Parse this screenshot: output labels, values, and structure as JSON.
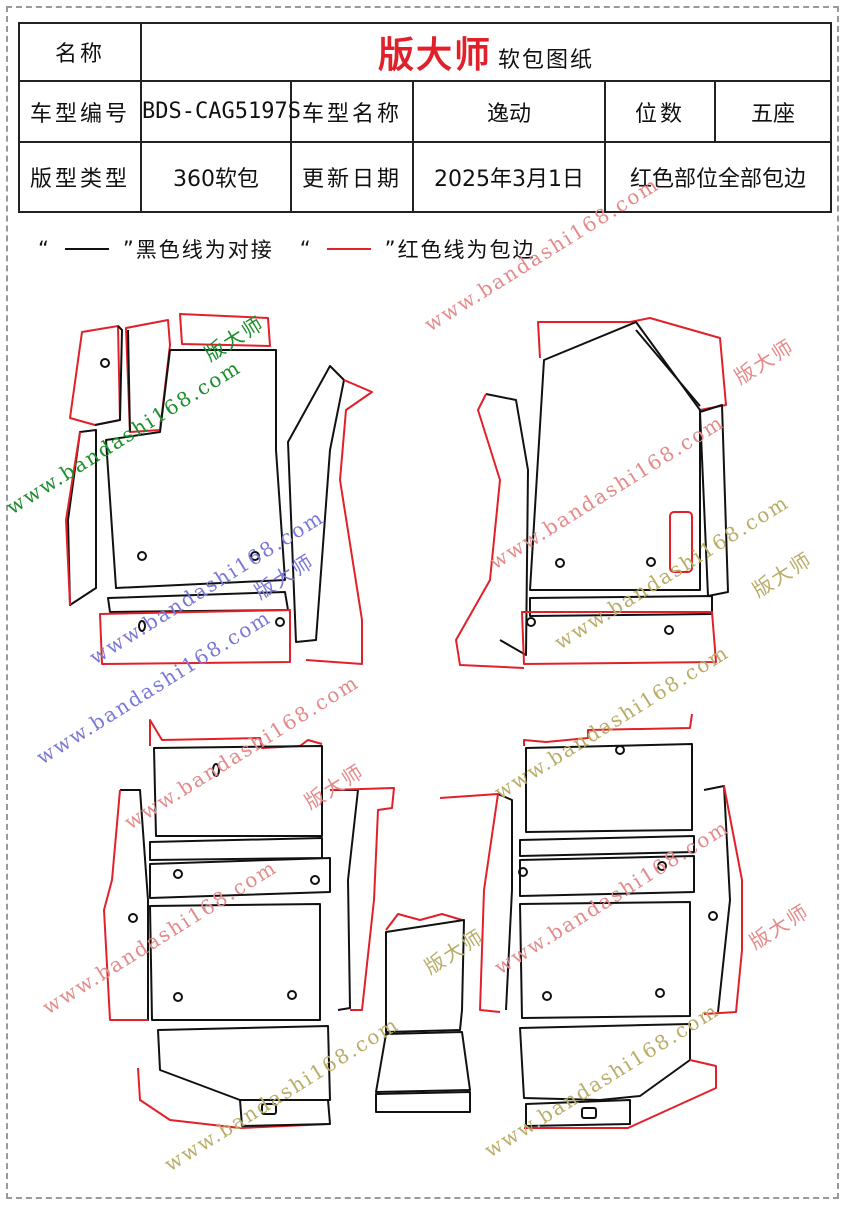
{
  "header": {
    "name_label": "名称",
    "brand": "版大师",
    "brand_sub": "软包图纸",
    "model_code_label": "车型编号",
    "model_code": "BDS-CAG5197S",
    "model_name_label": "车型名称",
    "model_name": "逸动",
    "seats_label": "位数",
    "seats": "五座",
    "pattern_type_label": "版型类型",
    "pattern_type": "360软包",
    "update_label": "更新日期",
    "update_date": "2025年3月1日",
    "note": "红色部位全部包边"
  },
  "legend": {
    "open_quote": "“",
    "close_quote": "”",
    "black_text": "黑色线为对接",
    "red_text": "红色线为包边"
  },
  "colors": {
    "black_line": "#111111",
    "red_line": "#e2202a",
    "watermark_red": "#e58a8a",
    "watermark_blue": "#7a78d8",
    "watermark_green": "#1a8f2a",
    "watermark_gold": "#b9ad68"
  },
  "watermarks": {
    "url": "www.bandashi168.com",
    "brand": "版大师"
  }
}
